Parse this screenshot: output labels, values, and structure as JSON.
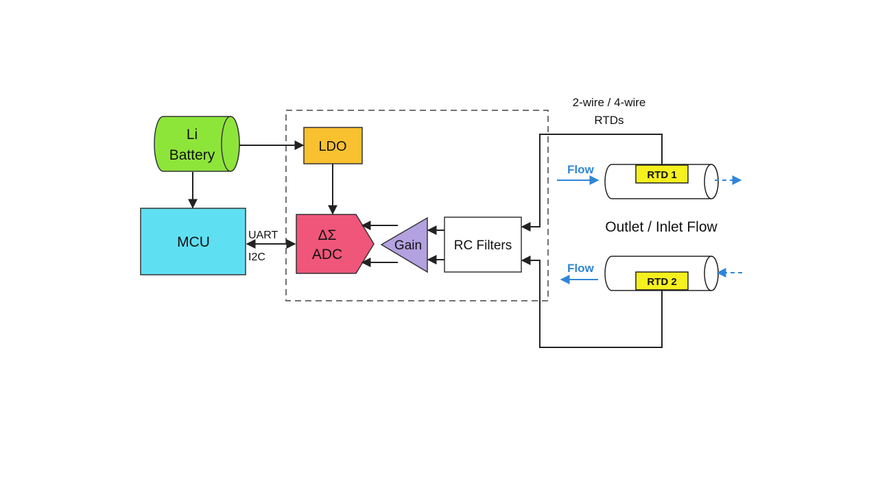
{
  "colors": {
    "battery": "#8ee53a",
    "ldo": "#f9c12f",
    "mcu": "#5fe0f2",
    "adc": "#f0567a",
    "gain": "#b3a1e0",
    "rtd_label": "#f5f01e",
    "flow_arrow": "#2f86d6"
  },
  "blocks": {
    "battery": {
      "line1": "Li",
      "line2": "Battery",
      "icon": "cylinder-icon"
    },
    "ldo": "LDO",
    "mcu": "MCU",
    "adc": {
      "line1": "ΔΣ",
      "line2": "ADC"
    },
    "gain": "Gain",
    "rc_filters": "RC Filters"
  },
  "bus": {
    "uart": "UART",
    "i2c": "I2C"
  },
  "rtd_header": {
    "line1": "2-wire / 4-wire",
    "line2": "RTDs"
  },
  "pipes": {
    "rtd1": {
      "label": "RTD 1",
      "flow": "Flow"
    },
    "rtd2": {
      "label": "RTD 2",
      "flow": "Flow"
    }
  },
  "flow_caption": "Outlet / Inlet Flow"
}
